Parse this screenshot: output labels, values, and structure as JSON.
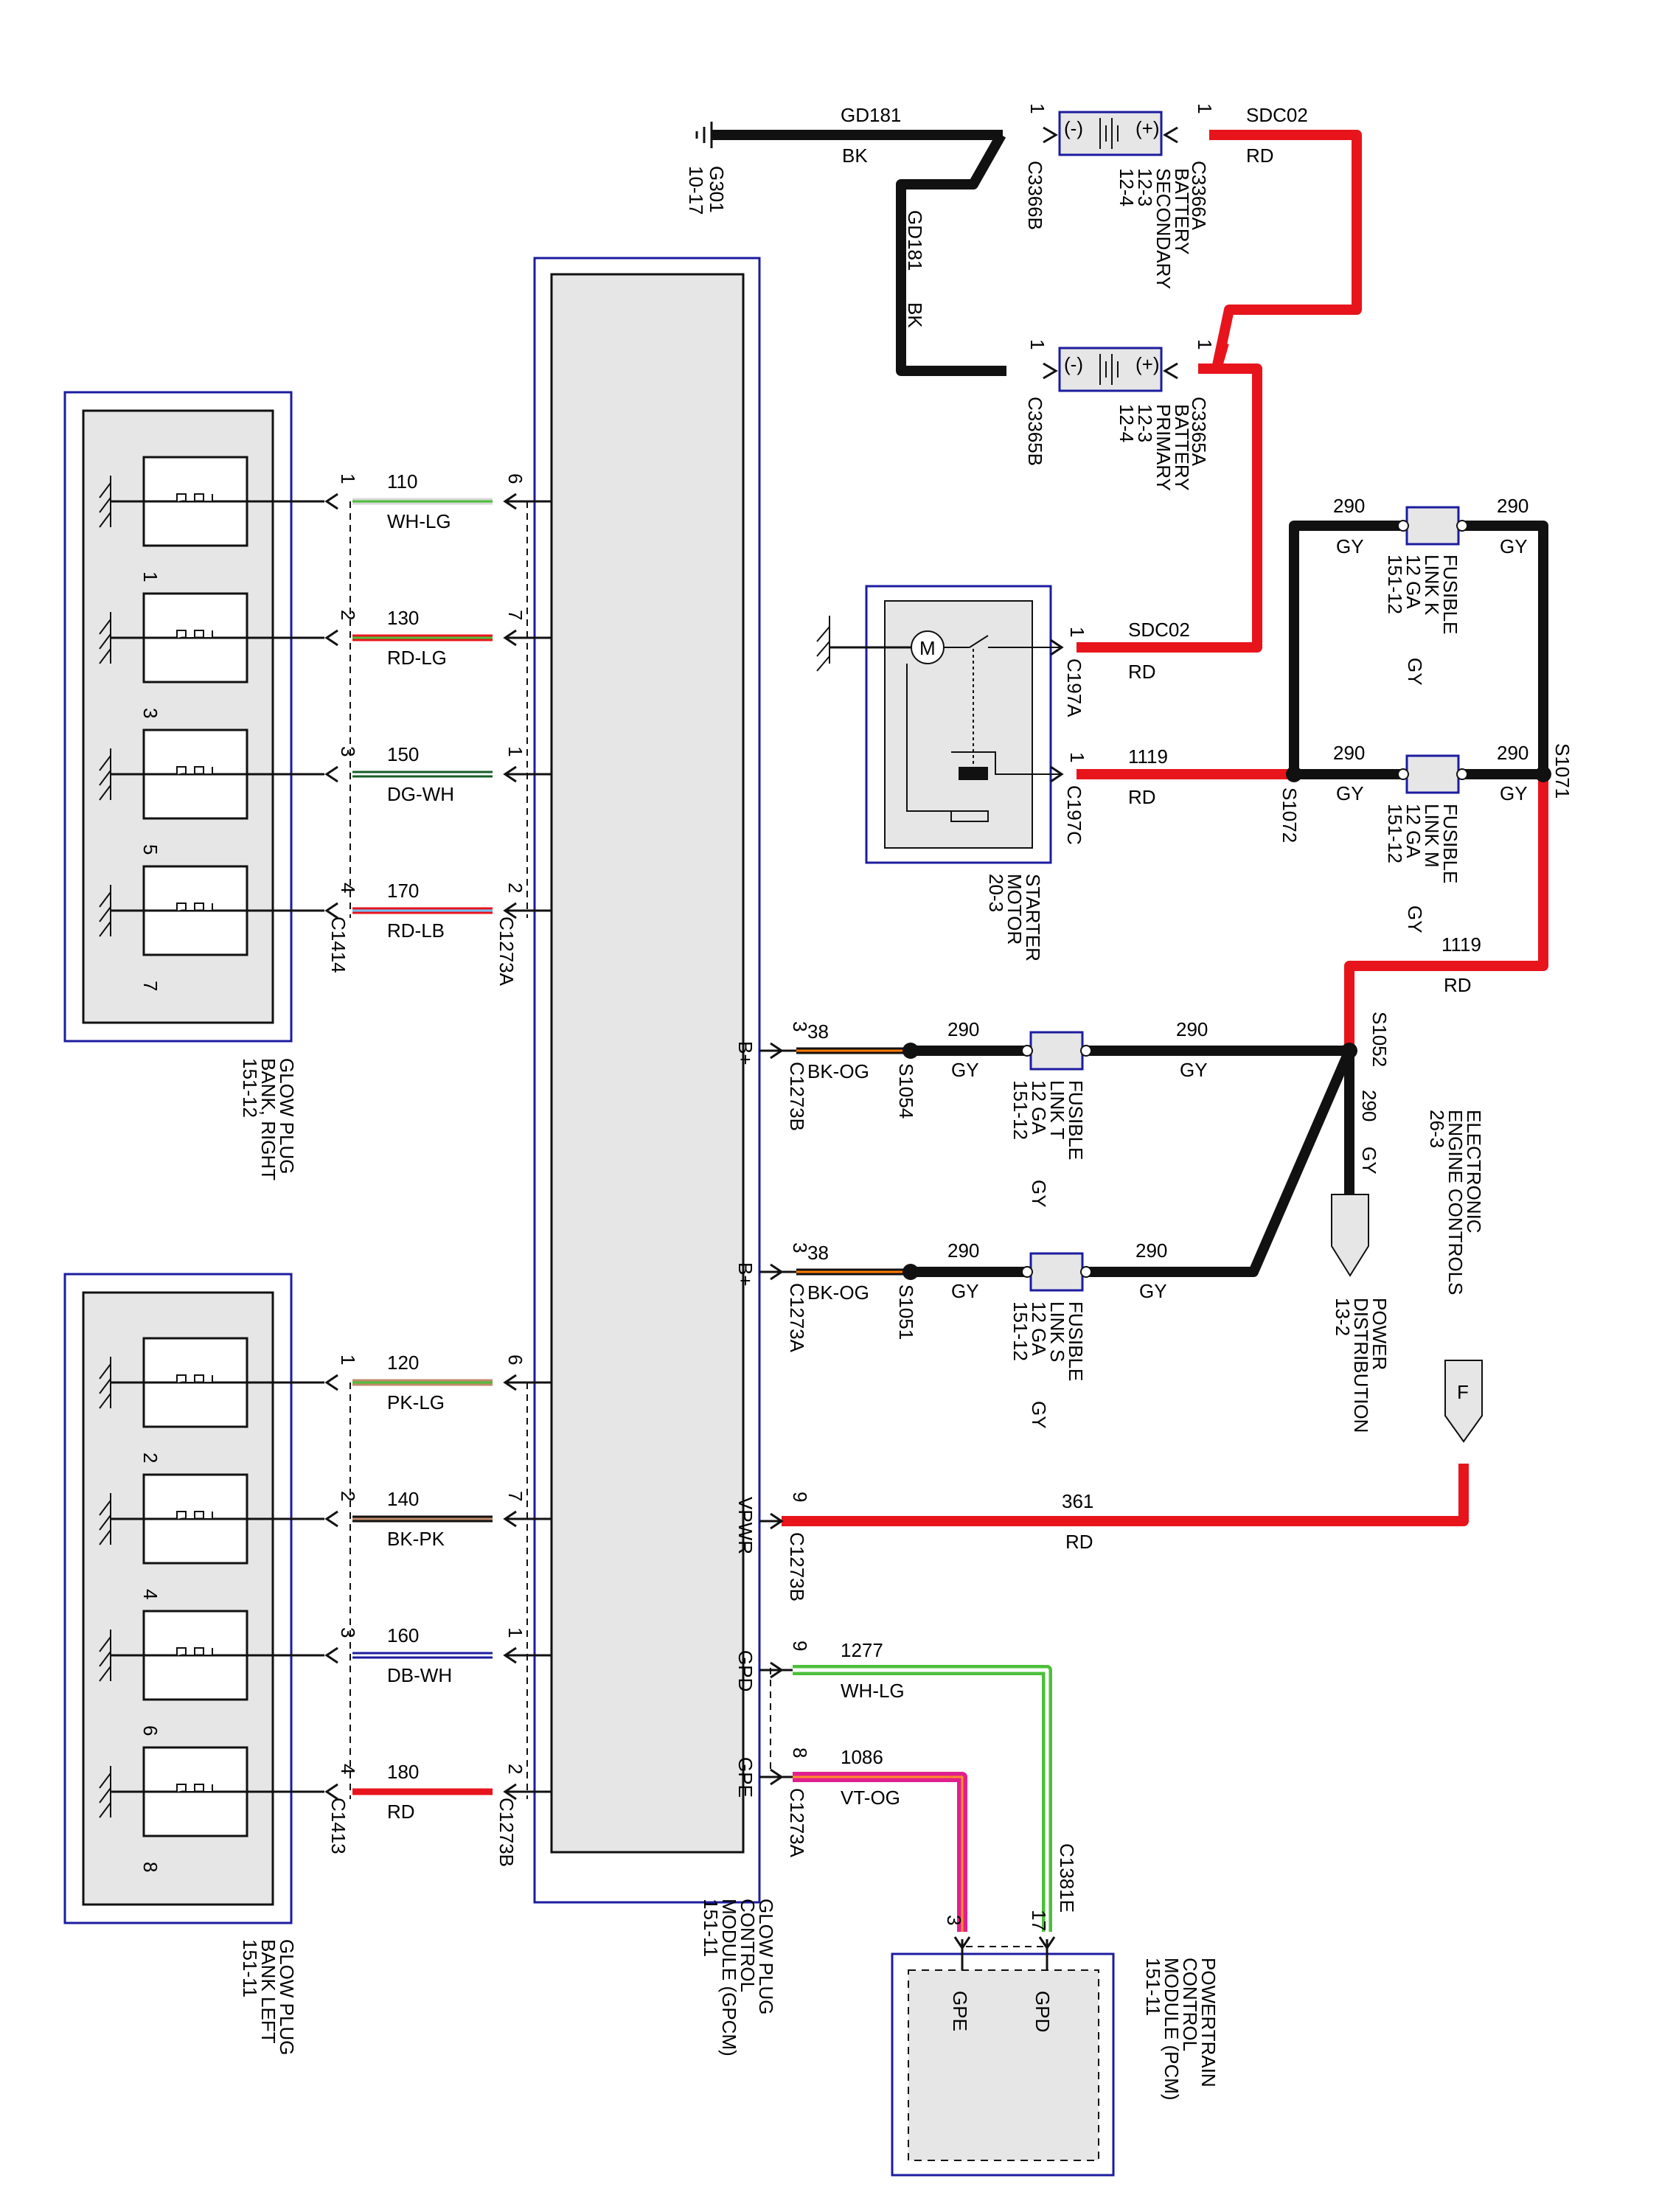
{
  "ground": {
    "id": "G301",
    "ref": "10-17"
  },
  "battery_secondary": {
    "label": [
      "BATTERY",
      "SECONDARY",
      "12-3",
      "12-4"
    ],
    "neg": "(-)",
    "pos": "(+)",
    "neg_conn": "C3366B",
    "pos_conn": "C3366A",
    "pin": "1"
  },
  "battery_primary": {
    "label": [
      "BATTERY",
      "PRIMARY",
      "12-3",
      "12-4"
    ],
    "neg": "(-)",
    "pos": "(+)",
    "neg_conn": "C3365B",
    "pos_conn": "C3365A",
    "pin": "1"
  },
  "wire_gd181": {
    "circuit": "GD181",
    "color": "BK"
  },
  "wire_sdc02": {
    "circuit": "SDC02",
    "color": "RD"
  },
  "starter": {
    "label": [
      "STARTER",
      "MOTOR",
      "20-3"
    ],
    "conn_a": "C197A",
    "conn_c": "C197C",
    "pin": "1",
    "motor_symbol": "M"
  },
  "wire_1119": {
    "circuit": "1119",
    "color": "RD"
  },
  "wire_290": {
    "circuit": "290",
    "color": "GY"
  },
  "splices": {
    "s1071": "S1071",
    "s1072": "S1072",
    "s1052": "S1052",
    "s1054": "S1054",
    "s1051": "S1051"
  },
  "fuse_k": {
    "lines": [
      "FUSIBLE",
      "LINK K",
      "12 GA",
      "151-12"
    ],
    "color": "GY"
  },
  "fuse_m": {
    "lines": [
      "FUSIBLE",
      "LINK M",
      "12 GA",
      "151-12"
    ],
    "color": "GY"
  },
  "fuse_t": {
    "lines": [
      "FUSIBLE",
      "LINK T",
      "12 GA",
      "151-12"
    ],
    "color": "GY"
  },
  "fuse_s": {
    "lines": [
      "FUSIBLE",
      "LINK S",
      "12 GA",
      "151-12"
    ],
    "color": "GY"
  },
  "eec": {
    "lines": [
      "ELECTRONIC",
      "ENGINE CONTROLS",
      "26-3"
    ]
  },
  "power_dist": {
    "lines": [
      "POWER",
      "DISTRIBUTION",
      "13-2"
    ]
  },
  "connector_f": "F",
  "gpcm": {
    "label": [
      "GLOW PLUG",
      "CONTROL",
      "MODULE (GPCM)",
      "151-11"
    ],
    "pins": {
      "bplus": "B+",
      "vpwr": "VPWR",
      "gpd": "GPD",
      "gpe": "GPE"
    },
    "wires": [
      {
        "pin": "3",
        "circuit": "38",
        "color": "BK-OG",
        "conn": "C1273B"
      },
      {
        "pin": "3",
        "circuit": "38",
        "color": "BK-OG",
        "conn": "C1273A"
      },
      {
        "pin": "9",
        "circuit": "361",
        "color": "RD",
        "conn": "C1273B"
      },
      {
        "pin": "9",
        "circuit": "1277",
        "color": "WH-LG",
        "conn": ""
      },
      {
        "pin": "8",
        "circuit": "1086",
        "color": "VT-OG",
        "conn": "C1273A"
      }
    ]
  },
  "bank_right": {
    "label": [
      "GLOW PLUG",
      "BANK, RIGHT",
      "151-12"
    ],
    "bank_conn": "C1414",
    "gpcm_conn": "C1273A",
    "wires": [
      {
        "plug": "1",
        "bank_pin": "1",
        "gpcm_pin": "6",
        "circuit": "110",
        "color": "WH-LG"
      },
      {
        "plug": "3",
        "bank_pin": "2",
        "gpcm_pin": "7",
        "circuit": "130",
        "color": "RD-LG"
      },
      {
        "plug": "5",
        "bank_pin": "3",
        "gpcm_pin": "1",
        "circuit": "150",
        "color": "DG-WH"
      },
      {
        "plug": "7",
        "bank_pin": "4",
        "gpcm_pin": "2",
        "circuit": "170",
        "color": "RD-LB"
      }
    ]
  },
  "bank_left": {
    "label": [
      "GLOW PLUG",
      "BANK LEFT",
      "151-11"
    ],
    "bank_conn": "C1413",
    "gpcm_conn": "C1273B",
    "wires": [
      {
        "plug": "2",
        "bank_pin": "1",
        "gpcm_pin": "6",
        "circuit": "120",
        "color": "PK-LG"
      },
      {
        "plug": "4",
        "bank_pin": "2",
        "gpcm_pin": "7",
        "circuit": "140",
        "color": "BK-PK"
      },
      {
        "plug": "6",
        "bank_pin": "3",
        "gpcm_pin": "1",
        "circuit": "160",
        "color": "DB-WH"
      },
      {
        "plug": "8",
        "bank_pin": "4",
        "gpcm_pin": "2",
        "circuit": "180",
        "color": "RD"
      }
    ]
  },
  "pcm": {
    "label": [
      "POWERTRAIN",
      "CONTROL",
      "MODULE (PCM)",
      "151-11"
    ],
    "conn": "C1381E",
    "pin_gpd": "17",
    "pin_gpe": "3",
    "gpd": "GPD",
    "gpe": "GPE"
  },
  "colors": {
    "red": "#e8141c",
    "black": "#111111",
    "green": "#4cbf3a",
    "magenta": "#e0208e",
    "blue": "#1c1ca0",
    "box": "#e6e6e6"
  }
}
